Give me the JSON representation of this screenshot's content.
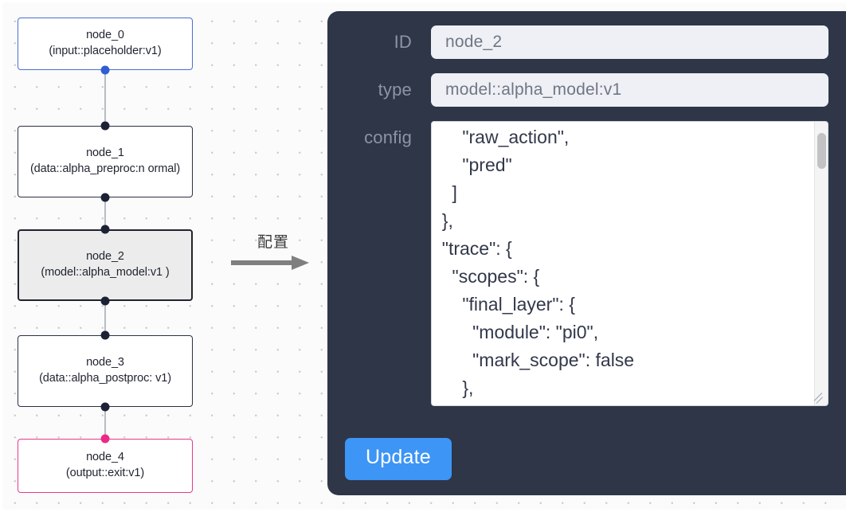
{
  "graph": {
    "nodes": [
      {
        "id": "node_0",
        "title": "node_0",
        "subtitle": "(input::placeholder:v1)",
        "accent": "#4a6fd0",
        "selected": false
      },
      {
        "id": "node_1",
        "title": "node_1",
        "subtitle": "(data::alpha_preproc:n ormal)",
        "accent": "#2b3144",
        "selected": false
      },
      {
        "id": "node_2",
        "title": "node_2",
        "subtitle": "(model::alpha_model:v1 )",
        "accent": "#20242f",
        "selected": true
      },
      {
        "id": "node_3",
        "title": "node_3",
        "subtitle": "(data::alpha_postproc: v1)",
        "accent": "#2b3144",
        "selected": false
      },
      {
        "id": "node_4",
        "title": "node_4",
        "subtitle": "(output::exit:v1)",
        "accent": "#e8388a",
        "selected": false
      }
    ]
  },
  "annotation": {
    "label": "配置",
    "arrow_icon": "arrow-right-icon",
    "arrow_color": "#7f7f7f"
  },
  "inspector": {
    "panel_color": "#2e3648",
    "fields": [
      {
        "label": "ID",
        "value": "node_2"
      },
      {
        "label": "type",
        "value": "model::alpha_model:v1"
      }
    ],
    "config": {
      "label": "config",
      "value": "      \"raw_action\",\n      \"pred\"\n    ]\n  },\n  \"trace\": {\n    \"scopes\": {\n      \"final_layer\": {\n        \"module\": \"pi0\",\n        \"mark_scope\": false\n      },\n      \"action_model\": {",
      "scrollbar_icon": "vertical-scrollbar",
      "resize_icon": "resize-grip-icon"
    },
    "update_label": "Update",
    "update_color": "#3d95f5"
  }
}
